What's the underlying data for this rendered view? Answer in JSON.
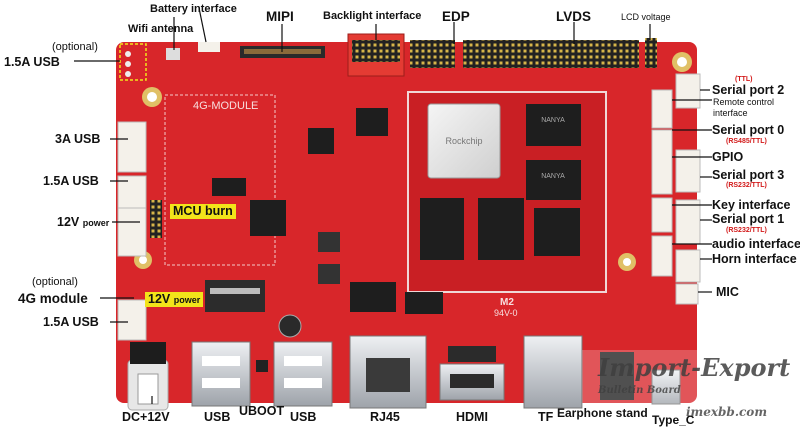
{
  "board": {
    "silk_module": "4G-MODULE",
    "chip_soc_label": "Rockchip",
    "chip_mem_label": "NANYA",
    "silk_m2": "M2",
    "silk_rev": "94V-0"
  },
  "labels": {
    "battery_interface": "Battery interface",
    "wifi_antenna": "Wifi antenna",
    "mipi": "MIPI",
    "backlight_interface": "Backlight interface",
    "edp": "EDP",
    "lvds": "LVDS",
    "lcd_voltage": "LCD voltage",
    "optional_1": "(optional)",
    "usb_15a_top": "1.5A  USB",
    "usb_3a": "3A  USB",
    "usb_15a_mid": "1.5A  USB",
    "power_12v": "12V",
    "power_word": "power",
    "mcu_burn": "MCU burn",
    "optional_2": "(optional)",
    "module_4g": "4G  module",
    "usb_15a_bottom": "1.5A  USB",
    "power_12v_tag": "12V",
    "power_tag_word": "power",
    "serial_2_ttl": "(TTL)",
    "serial_2": "Serial port 2",
    "remote_control_1": "Remote control",
    "remote_control_2": "interface",
    "serial_0": "Serial port 0",
    "serial_0_sub": "(RS485/TTL)",
    "gpio": "GPIO",
    "serial_3": "Serial port 3",
    "serial_3_sub": "(RS232/TTL)",
    "key_interface": "Key interface",
    "serial_1": "Serial port 1",
    "serial_1_sub": "(RS232/TTL)",
    "audio_interface": "audio interface",
    "horn_interface": "Horn interface",
    "mic": "MIC",
    "dc_12v": "DC+12V",
    "usb_b1": "USB",
    "uboot": "UBOOT",
    "usb_b2": "USB",
    "rj45": "RJ45",
    "hdmi": "HDMI",
    "tf": "TF",
    "earphone_stand": "Earphone stand",
    "type_c": "Type_C"
  },
  "watermark": {
    "main": "Import-Export",
    "sub": "Bulletin Board",
    "url": "imexbb.com"
  },
  "colors": {
    "pcb": "#d8262a",
    "pcb_dark": "#b51b1f",
    "label_text": "#111111",
    "label_red": "#d21919",
    "tag_yellow": "#f2e41a",
    "connector_white": "#f4f1ea",
    "metal": "#c9ccd1"
  }
}
